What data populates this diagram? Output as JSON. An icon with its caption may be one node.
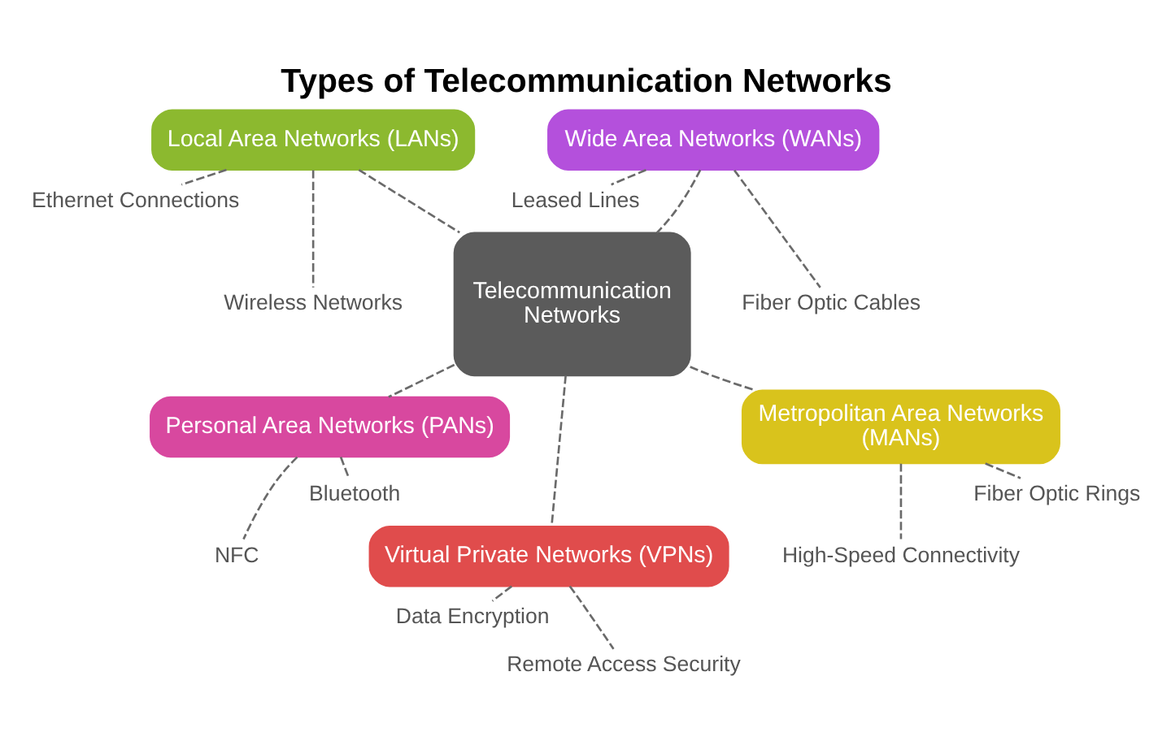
{
  "diagram": {
    "title": "Types of Telecommunication Networks",
    "nodes": [
      {
        "text": [
          "Local Area Networks (LANs)"
        ]
      },
      {
        "text": [
          "Ethernet Connections"
        ]
      },
      {
        "text": [
          "Wireless Networks"
        ]
      },
      {
        "text": [
          "Wide Area Networks (WANs)"
        ]
      },
      {
        "text": [
          "Leased Lines"
        ]
      },
      {
        "text": [
          "Fiber Optic Cables"
        ]
      },
      {
        "text": [
          "Telecommunication Networks"
        ]
      },
      {
        "text": [
          "Personal Area Networks (PANs)"
        ]
      },
      {
        "text": [
          "Bluetooth"
        ]
      },
      {
        "text": [
          "NFC"
        ]
      },
      {
        "text": [
          "Metropolitan Area Networks (MANs)"
        ]
      },
      {
        "text": [
          "Fiber Optic Rings"
        ]
      },
      {
        "text": [
          "High-Speed Connectivity"
        ]
      },
      {
        "text": [
          "Virtual Private Networks (VPNs)"
        ]
      },
      {
        "text": [
          "Data Encryption"
        ]
      },
      {
        "text": [
          "Remote Access Security"
        ]
      }
    ],
    "edges": [
      {
        "from": 0,
        "to": 6,
        "arrow": "none",
        "style": "dashed"
      },
      {
        "from": 0,
        "to": 1,
        "arrow": "none",
        "style": "dashed"
      },
      {
        "from": 0,
        "to": 2,
        "arrow": "none",
        "style": "dashed"
      },
      {
        "from": 3,
        "to": 6,
        "arrow": "none",
        "style": "dashed"
      },
      {
        "from": 3,
        "to": 4,
        "arrow": "none",
        "style": "dashed"
      },
      {
        "from": 3,
        "to": 5,
        "arrow": "none",
        "style": "dashed"
      },
      {
        "from": 6,
        "to": 7,
        "arrow": "none",
        "style": "dashed"
      },
      {
        "from": 7,
        "to": 8,
        "arrow": "none",
        "style": "dashed"
      },
      {
        "from": 7,
        "to": 9,
        "arrow": "none",
        "style": "dashed"
      },
      {
        "from": 6,
        "to": 13,
        "arrow": "none",
        "style": "dashed"
      },
      {
        "from": 13,
        "to": 14,
        "arrow": "none",
        "style": "dashed"
      },
      {
        "from": 13,
        "to": 15,
        "arrow": "none",
        "style": "dashed"
      },
      {
        "from": 6,
        "to": 10,
        "arrow": "none",
        "style": "dashed"
      },
      {
        "from": 10,
        "to": 11,
        "arrow": "none",
        "style": "dashed"
      },
      {
        "from": 10,
        "to": 12,
        "arrow": "none",
        "style": "dashed"
      }
    ]
  }
}
